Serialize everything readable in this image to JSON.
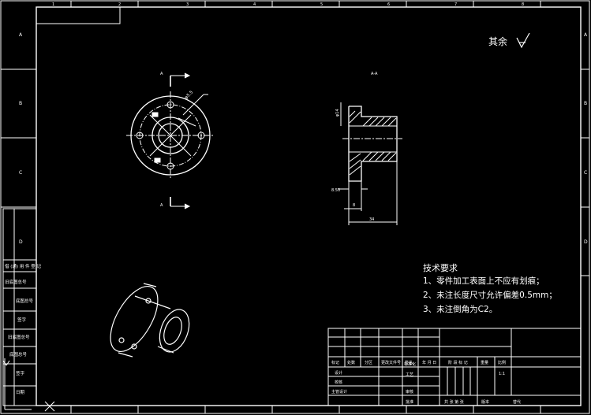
{
  "frame": {
    "top_zone_numbers": [
      "1",
      "2",
      "3",
      "4",
      "5",
      "6",
      "7",
      "8"
    ],
    "side_zone_letters": [
      "A",
      "B",
      "C",
      "D"
    ]
  },
  "roughness_note": {
    "label": "其余"
  },
  "section_view": {
    "title": "A-A",
    "dim_bore": "φ14",
    "dim_flange_thickness": "8.50",
    "dim_step": "8",
    "dim_length": "34"
  },
  "front_view": {
    "cut_label_top": "A",
    "cut_label_bottom": "A",
    "dim_hole": "φ5.5"
  },
  "tech_requirements": {
    "title": "技术要求",
    "items": [
      "1、零件加工表面上不应有划痕；",
      "2、未注长度尺寸允许偏差0.5mm；",
      "3、未注倒角为C2。"
    ]
  },
  "left_strip": {
    "labels": [
      "借 (通) 用 件 登 记",
      "旧底图总号",
      "底图总号",
      "签字",
      "日期"
    ]
  },
  "title_block": {
    "rev_headers": [
      "标记",
      "处数",
      "分区",
      "更改文件号",
      "签名",
      "年 月 日"
    ],
    "person_rows": [
      "设计",
      "校核",
      "主管设计"
    ],
    "person_rows_mid": [
      "标准化",
      "工艺",
      "审核",
      "批准"
    ],
    "stage_headers": [
      "阶 段 标 记",
      "重量",
      "比例"
    ],
    "scale": "1:1",
    "sheet_row": "共  张  第  张",
    "version": "版本",
    "replace": "替代"
  }
}
